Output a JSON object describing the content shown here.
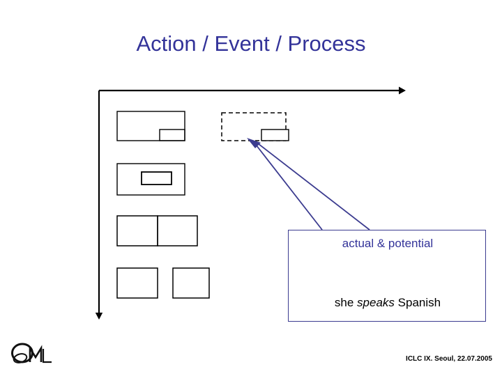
{
  "slide": {
    "title": "Action / Event / Process",
    "background_color": "#ffffff"
  },
  "colors": {
    "title_navy": "#333399",
    "accent_navy": "#3b3b8f",
    "axis_black": "#000000",
    "box_stroke": "#000000"
  },
  "diagram": {
    "axis": {
      "horizontal_arrow": "right-arrow",
      "vertical_arrow": "down-arrow"
    },
    "rows": [
      {
        "name": "row-1",
        "shapes": [
          {
            "id": "box-solid-outer-1",
            "style": "solid",
            "nested": "bottom-right"
          },
          {
            "id": "box-dashed-2",
            "style": "dashed",
            "nested": "overlap-right-edge"
          }
        ]
      },
      {
        "name": "row-2",
        "shapes": [
          {
            "id": "box-solid-outer-2",
            "style": "solid",
            "nested": "inside-center"
          }
        ]
      },
      {
        "name": "row-3",
        "shapes": [
          {
            "id": "box-pair-adjacent-left",
            "style": "solid"
          },
          {
            "id": "box-pair-adjacent-right",
            "style": "solid"
          }
        ]
      },
      {
        "name": "row-4",
        "shapes": [
          {
            "id": "box-pair-separate-left",
            "style": "solid"
          },
          {
            "id": "box-pair-separate-right",
            "style": "solid"
          }
        ]
      }
    ],
    "connectors": [
      {
        "id": "connector-1",
        "from": "callout-box-top-left",
        "to": "dashed-box-corner"
      },
      {
        "id": "connector-2",
        "from": "callout-box-top-mid",
        "to": "dashed-box-corner"
      }
    ]
  },
  "callout": {
    "heading": "actual & potential",
    "example": {
      "before": "she ",
      "italic": "speaks",
      "after": " Spanish"
    }
  },
  "footer": {
    "credit": "ICLC IX. Seoul, 22.07.2005"
  },
  "logo": {
    "name": "qml-logo",
    "text": "QML"
  }
}
